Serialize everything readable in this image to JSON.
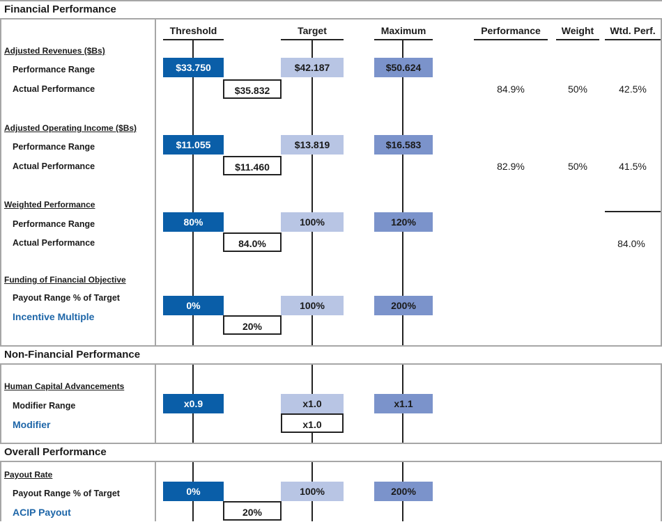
{
  "sections": {
    "financial": "Financial Performance",
    "non_financial": "Non-Financial Performance",
    "overall": "Overall Performance"
  },
  "columns": {
    "threshold": "Threshold",
    "target": "Target",
    "maximum": "Maximum",
    "performance": "Performance",
    "weight": "Weight",
    "wtd_perf": "Wtd. Perf."
  },
  "adjusted_revenues": {
    "title": "Adjusted Revenues ($Bs)",
    "range_label": "Performance Range",
    "actual_label": "Actual Performance",
    "threshold": "$33.750",
    "target": "$42.187",
    "maximum": "$50.624",
    "actual": "$35.832",
    "performance": "84.9%",
    "weight": "50%",
    "wtd_perf": "42.5%"
  },
  "adjusted_operating_income": {
    "title": "Adjusted Operating Income ($Bs)",
    "range_label": "Performance Range",
    "actual_label": "Actual Performance",
    "threshold": "$11.055",
    "target": "$13.819",
    "maximum": "$16.583",
    "actual": "$11.460",
    "performance": "82.9%",
    "weight": "50%",
    "wtd_perf": "41.5%"
  },
  "weighted_performance": {
    "title": "Weighted Performance",
    "range_label": "Performance Range",
    "actual_label": "Actual Performance",
    "threshold": "80%",
    "target": "100%",
    "maximum": "120%",
    "actual": "84.0%",
    "wtd_perf": "84.0%"
  },
  "funding": {
    "title": "Funding of Financial Objective",
    "range_label": "Payout Range % of Target",
    "result_label": "Incentive Multiple",
    "threshold": "0%",
    "target": "100%",
    "maximum": "200%",
    "actual": "20%"
  },
  "human_capital": {
    "title": "Human Capital Advancements",
    "range_label": "Modifier Range",
    "result_label": "Modifier",
    "threshold": "x0.9",
    "target": "x1.0",
    "maximum": "x1.1",
    "actual": "x1.0"
  },
  "payout_rate": {
    "title": "Payout Rate",
    "range_label": "Payout Range % of Target",
    "result_label": "ACIP Payout",
    "threshold": "0%",
    "target": "100%",
    "maximum": "200%",
    "actual": "20%"
  }
}
